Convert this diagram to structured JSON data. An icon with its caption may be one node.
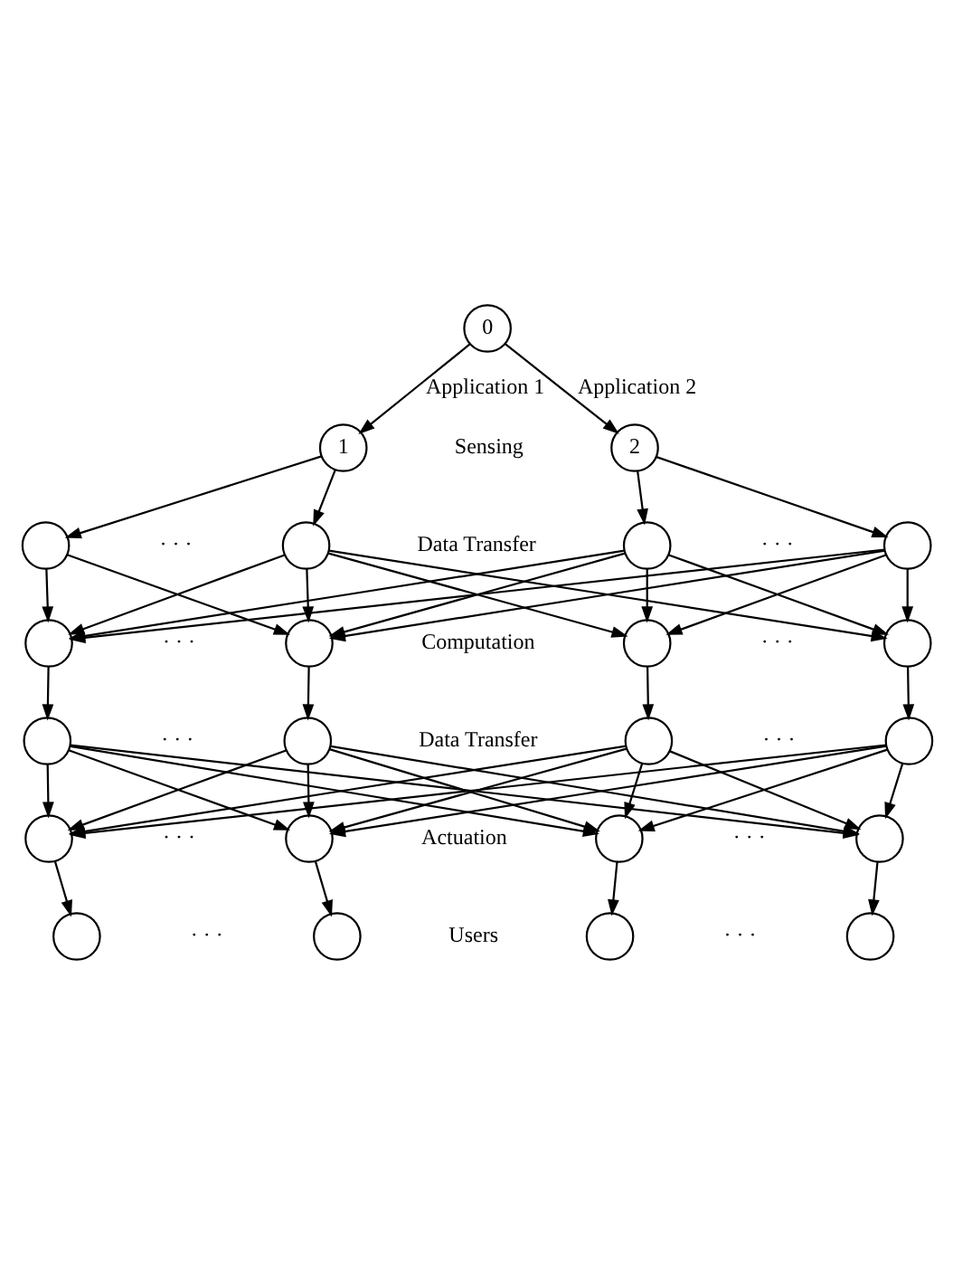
{
  "diagram": {
    "nodes": [
      {
        "text": [
          "0"
        ]
      },
      {
        "text": [
          "1"
        ]
      },
      {
        "text": [
          "2"
        ]
      },
      {
        "text": [],
        "shape": "circle"
      },
      {
        "text": [],
        "shape": "circle"
      },
      {
        "text": [],
        "shape": "circle"
      },
      {
        "text": [],
        "shape": "circle"
      },
      {
        "text": [],
        "shape": "circle"
      },
      {
        "text": [],
        "shape": "circle"
      },
      {
        "text": [],
        "shape": "circle"
      },
      {
        "text": [],
        "shape": "circle"
      },
      {
        "text": [],
        "shape": "circle"
      },
      {
        "text": [],
        "shape": "circle"
      },
      {
        "text": [],
        "shape": "circle"
      },
      {
        "text": [],
        "shape": "circle"
      },
      {
        "text": [],
        "shape": "circle"
      },
      {
        "text": [],
        "shape": "circle"
      },
      {
        "text": [],
        "shape": "circle"
      },
      {
        "text": [],
        "shape": "circle"
      },
      {
        "text": [],
        "shape": "circle"
      },
      {
        "text": [],
        "shape": "circle"
      },
      {
        "text": [],
        "shape": "circle"
      },
      {
        "text": [],
        "shape": "circle"
      }
    ],
    "edges": [
      {
        "from": 0,
        "to": 1,
        "arrow": "to",
        "label": "Application 1"
      },
      {
        "from": 0,
        "to": 2,
        "arrow": "to",
        "label": "Application 2"
      },
      {
        "from": 1,
        "to": 3,
        "arrow": "to"
      },
      {
        "from": 1,
        "to": 4,
        "arrow": "to"
      },
      {
        "from": 2,
        "to": 5,
        "arrow": "to"
      },
      {
        "from": 2,
        "to": 6,
        "arrow": "to"
      },
      {
        "from": 3,
        "to": 7,
        "arrow": "to"
      },
      {
        "from": 3,
        "to": 8,
        "arrow": "to"
      },
      {
        "from": 4,
        "to": 7,
        "arrow": "to"
      },
      {
        "from": 4,
        "to": 8,
        "arrow": "to"
      },
      {
        "from": 4,
        "to": 9,
        "arrow": "to"
      },
      {
        "from": 4,
        "to": 10,
        "arrow": "to"
      },
      {
        "from": 5,
        "to": 7,
        "arrow": "to"
      },
      {
        "from": 5,
        "to": 8,
        "arrow": "to"
      },
      {
        "from": 5,
        "to": 9,
        "arrow": "to"
      },
      {
        "from": 5,
        "to": 10,
        "arrow": "to"
      },
      {
        "from": 6,
        "to": 7,
        "arrow": "to"
      },
      {
        "from": 6,
        "to": 8,
        "arrow": "to"
      },
      {
        "from": 6,
        "to": 9,
        "arrow": "to"
      },
      {
        "from": 6,
        "to": 10,
        "arrow": "to"
      },
      {
        "from": 7,
        "to": 11,
        "arrow": "to"
      },
      {
        "from": 8,
        "to": 12,
        "arrow": "to"
      },
      {
        "from": 9,
        "to": 13,
        "arrow": "to"
      },
      {
        "from": 10,
        "to": 14,
        "arrow": "to"
      },
      {
        "from": 11,
        "to": 15,
        "arrow": "to"
      },
      {
        "from": 11,
        "to": 16,
        "arrow": "to"
      },
      {
        "from": 11,
        "to": 17,
        "arrow": "to"
      },
      {
        "from": 11,
        "to": 18,
        "arrow": "to"
      },
      {
        "from": 12,
        "to": 15,
        "arrow": "to"
      },
      {
        "from": 12,
        "to": 16,
        "arrow": "to"
      },
      {
        "from": 12,
        "to": 17,
        "arrow": "to"
      },
      {
        "from": 12,
        "to": 18,
        "arrow": "to"
      },
      {
        "from": 13,
        "to": 15,
        "arrow": "to"
      },
      {
        "from": 13,
        "to": 16,
        "arrow": "to"
      },
      {
        "from": 13,
        "to": 17,
        "arrow": "to"
      },
      {
        "from": 13,
        "to": 18,
        "arrow": "to"
      },
      {
        "from": 14,
        "to": 15,
        "arrow": "to"
      },
      {
        "from": 14,
        "to": 16,
        "arrow": "to"
      },
      {
        "from": 14,
        "to": 17,
        "arrow": "to"
      },
      {
        "from": 14,
        "to": 18,
        "arrow": "to"
      },
      {
        "from": 15,
        "to": 19,
        "arrow": "to"
      },
      {
        "from": 16,
        "to": 20,
        "arrow": "to"
      },
      {
        "from": 17,
        "to": 21,
        "arrow": "to"
      },
      {
        "from": 18,
        "to": 22,
        "arrow": "to"
      }
    ],
    "labels": [
      "Sensing",
      "· · ·",
      "· · ·",
      "Data Transfer",
      "· · ·",
      "· · ·",
      "Computation",
      "· · ·",
      "· · ·",
      "Data Transfer",
      "· · ·",
      "· · ·",
      "Actuation",
      "· · ·",
      "· · ·",
      "Users"
    ]
  }
}
